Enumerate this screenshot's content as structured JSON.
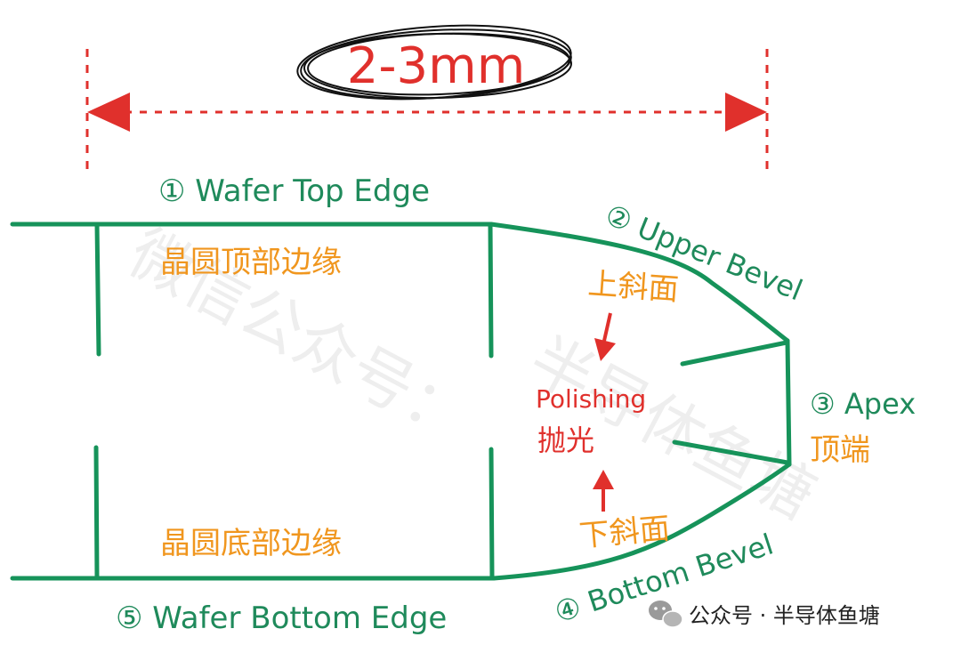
{
  "dimension": {
    "value": "2-3mm",
    "color": "#e0302c"
  },
  "labels": {
    "top_edge": "① Wafer Top Edge",
    "top_edge_cn": "晶圆顶部边缘",
    "upper_bevel": "② Upper Bevel",
    "upper_bevel_cn": "上斜面",
    "apex": "③ Apex",
    "apex_cn": "顶端",
    "bottom_bevel": "④ Bottom Bevel",
    "bottom_bevel_cn": "下斜面",
    "bottom_edge": "⑤ Wafer Bottom Edge",
    "bottom_edge_cn": "晶圆底部边缘",
    "polishing": "Polishing",
    "polishing_cn": "抛光"
  },
  "watermark": {
    "text_1": "微信公众号：",
    "text_2": "半导体鱼塘",
    "account": "公众号 · 半导体鱼塘",
    "icon": "wechat-icon"
  },
  "colors": {
    "outline": "#16935a",
    "label_en": "#1f8a5b",
    "label_cn": "#f0961e",
    "accent": "#e0302c"
  }
}
